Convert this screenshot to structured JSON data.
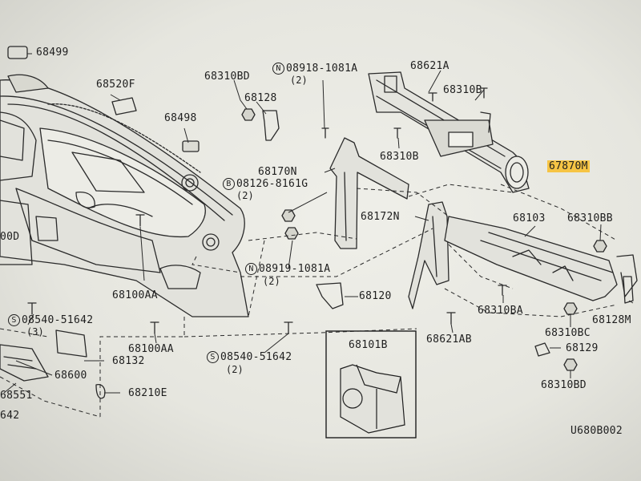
{
  "diagram": {
    "code": "U680B002",
    "labels": {
      "p68499": "68499",
      "p68520F": "68520F",
      "p68498": "68498",
      "p68310BD_top": "68310BD",
      "p68128_top": "68128",
      "p08918_mark": "N",
      "p08918": "08918-1081A",
      "p08918_qty": "(2)",
      "p68621A": "68621A",
      "p68310B_a": "68310B",
      "p68310B_b": "68310B",
      "p67870M": "67870M",
      "p68170N": "68170N",
      "p08126_mark": "B",
      "p08126": "08126-8161G",
      "p08126_qty": "(2)",
      "p68172N": "68172N",
      "p68103": "68103",
      "p68310BB": "68310BB",
      "p00D": "00D",
      "p08919_mark": "N",
      "p08919": "08919-1081A",
      "p08919_qty": "(2)",
      "p68120": "68120",
      "p68100AA_a": "68100AA",
      "p68310BA": "68310BA",
      "p68128M": "68128M",
      "p08540_a_mark": "S",
      "p08540_a": "08540-51642",
      "p08540_a_qty": "(3)",
      "p68100AA_b": "68100AA",
      "p68101B": "68101B",
      "p68621AB": "68621AB",
      "p68310BC": "68310BC",
      "p68129": "68129",
      "p68132": "68132",
      "p08540_b_mark": "S",
      "p08540_b": "08540-51642",
      "p08540_b_qty": "(2)",
      "p68600": "68600",
      "p68310BD_bot": "68310BD",
      "p68551": "68551",
      "p68210E": "68210E",
      "p642": "642"
    },
    "highlight_color": "#f6c444"
  }
}
